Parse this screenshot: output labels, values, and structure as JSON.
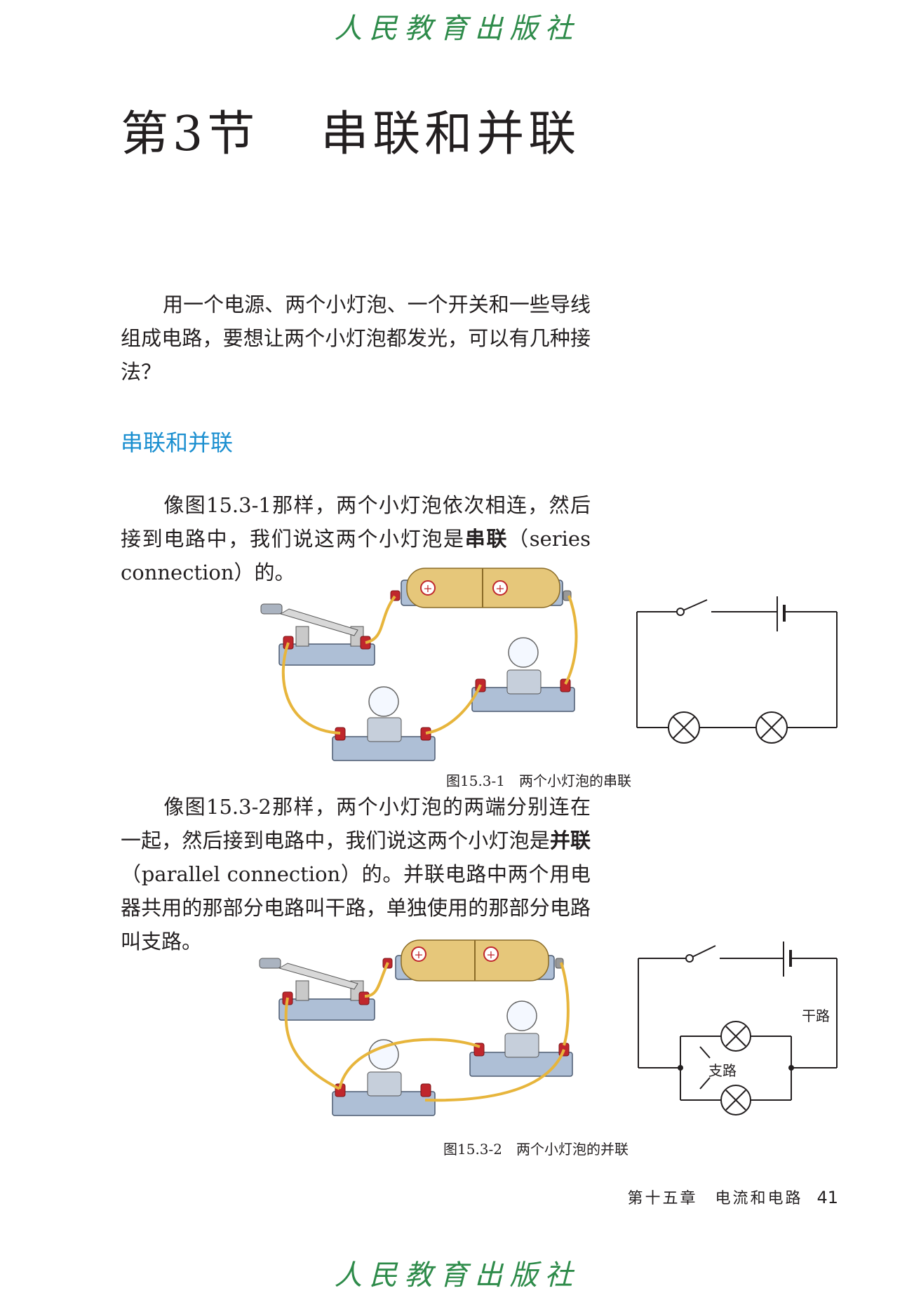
{
  "brand": "人民教育出版社",
  "section_title": {
    "number": "第3节",
    "name": "串联和并联"
  },
  "intro": "用一个电源、两个小灯泡、一个开关和一些导线组成电路，要想让两个小灯泡都发光，可以有几种接法？",
  "heading": "串联和并联",
  "series_para": {
    "before": "像图15.3-1那样，两个小灯泡依次相连，然后接到电路中，我们说这两个小灯泡是",
    "term": "串联",
    "after": "（series connection）的。"
  },
  "fig1_caption": "图15.3-1　两个小灯泡的串联",
  "parallel_para": {
    "before": "像图15.3-2那样，两个小灯泡的两端分别连在一起，然后接到电路中，我们说这两个小灯泡是",
    "term": "并联",
    "after": "（parallel connection）的。并联电路中两个用电器共用的那部分电路叫干路，单独使用的那部分电路叫支路。"
  },
  "fig2_caption": "图15.3-2　两个小灯泡的并联",
  "fig2_labels": {
    "trunk": "干路",
    "branch": "支路"
  },
  "footer": {
    "chapter": "第十五章　电流和电路",
    "page": "41"
  },
  "colors": {
    "heading": "#1b8fd0",
    "brand": "#2e8b4a",
    "wire": "#e7b53c",
    "battery": "#e6c77a"
  }
}
